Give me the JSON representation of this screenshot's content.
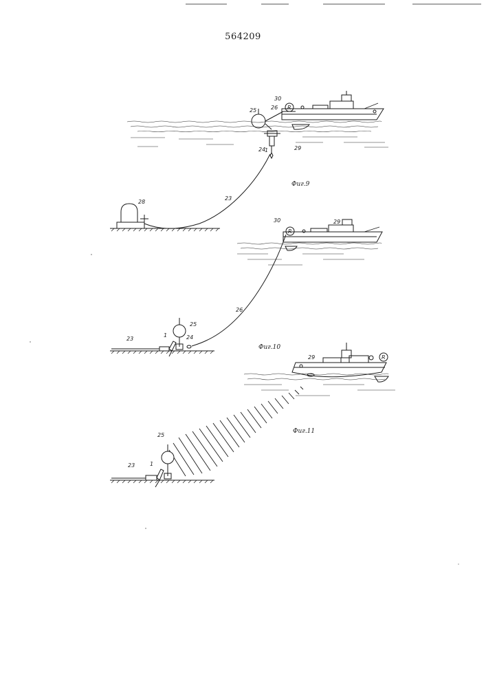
{
  "header": {
    "patent_number": "564209"
  },
  "figures": [
    {
      "caption": "Фиг.9",
      "labels": {
        "float": "25",
        "cable_hose": "26",
        "reel": "30",
        "hook": "24",
        "anchor": "1",
        "vessel": "29",
        "line": "23",
        "buoy": "28"
      }
    },
    {
      "caption": "Фиг.10",
      "labels": {
        "reel": "30",
        "vessel": "29",
        "line_to_ship": "26",
        "float": "25",
        "anchor": "1",
        "hook": "24",
        "seabed_line": "23"
      }
    },
    {
      "caption": "Фиг.11",
      "labels": {
        "vessel": "29",
        "float": "25",
        "anchor": "1",
        "seabed_line": "23"
      }
    }
  ]
}
